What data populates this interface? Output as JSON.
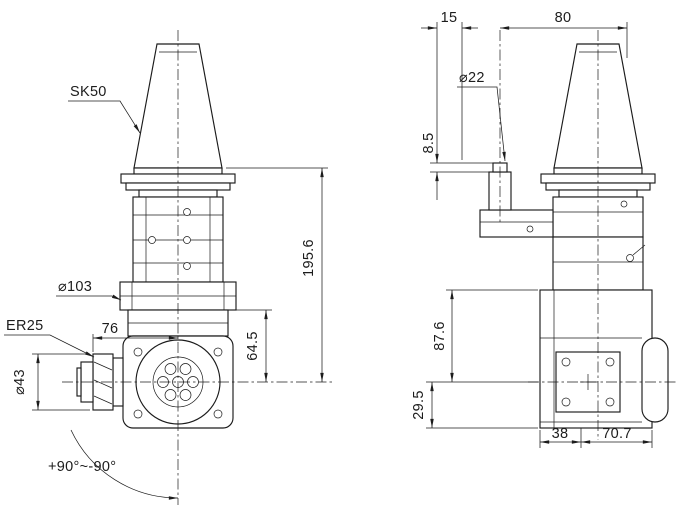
{
  "drawing": {
    "front_view": {
      "taper_label": "SK50",
      "flange_diameter": "⌀103",
      "nose_to_center": "76",
      "collet_label": "ER25",
      "collet_diameter": "⌀43",
      "flange_to_center": "64.5",
      "gauge_to_center": "195.6",
      "swivel_range": "+90°~-90°"
    },
    "side_view": {
      "pin_offset": "15",
      "spindle_offset": "80",
      "pin_diameter": "⌀22",
      "pin_tip_height": "8.5",
      "head_height": "87.6",
      "center_to_bottom": "29.5",
      "face_width": "38",
      "center_to_face": "70.7"
    }
  }
}
